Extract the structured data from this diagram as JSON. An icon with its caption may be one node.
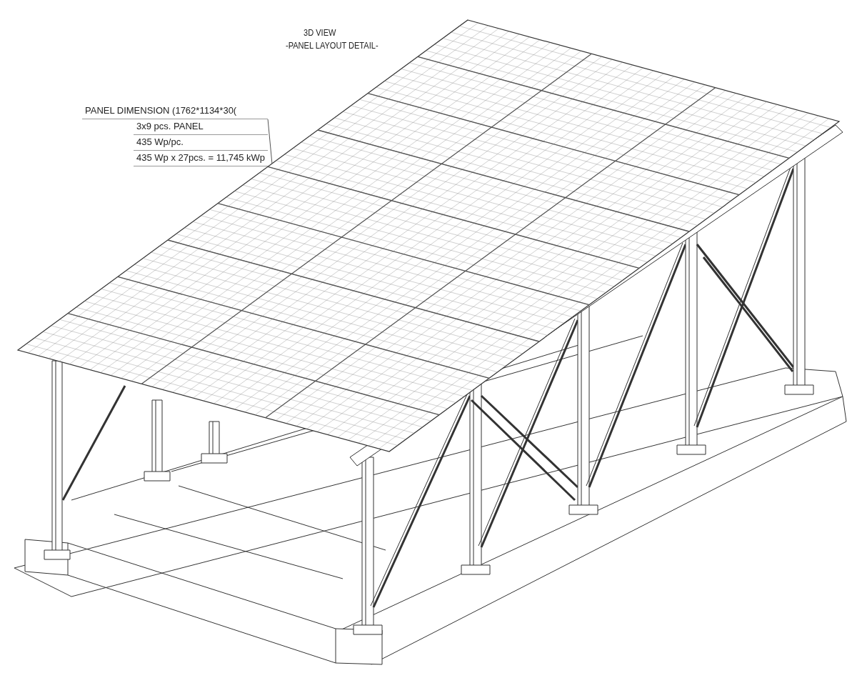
{
  "diagram": {
    "title": "3D VIEW",
    "nodes": [
      {
        "text": [
          "PANEL DIMENSION (1762*1134*30(",
          "3x9 pcs. PANEL",
          "435 Wp/pc.",
          "435 Wp x 27pcs. = 11,745 kWp"
        ]
      },
      {
        "text": [],
        "shape": "picture"
      }
    ],
    "edges": [
      {
        "from": 0,
        "to": 1,
        "arrow": "none"
      }
    ],
    "labels": [
      "-PANEL LAYOUT DETAIL-"
    ]
  }
}
